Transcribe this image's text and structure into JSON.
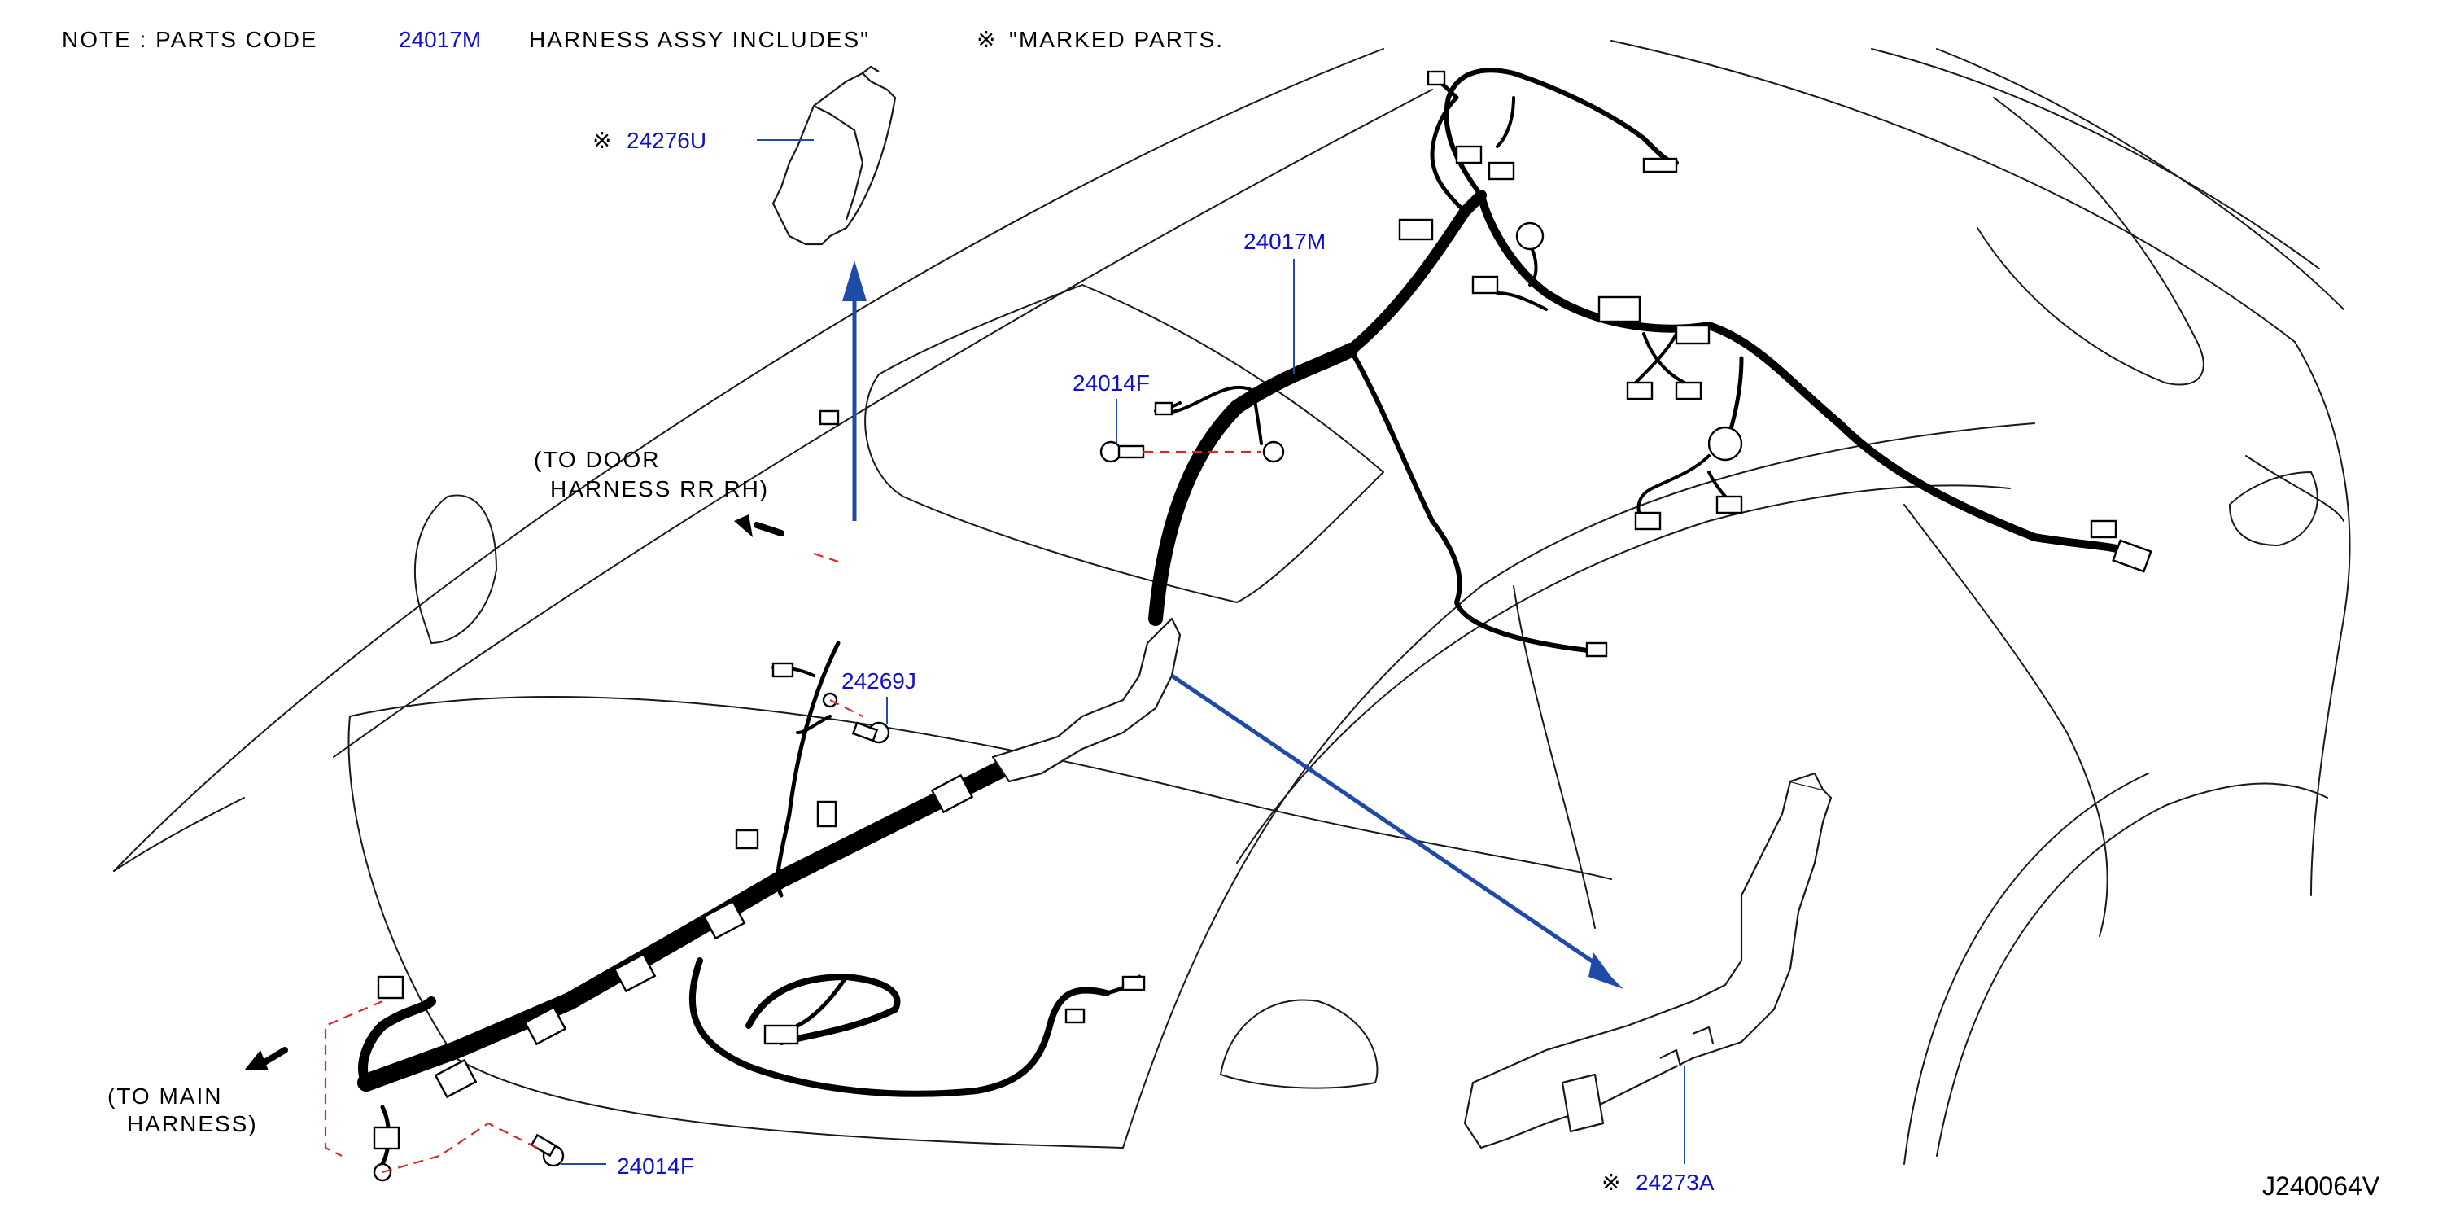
{
  "note": {
    "prefix": "NOTE  :  PARTS  CODE",
    "code": "24017M",
    "middle": "HARNESS  ASSY  INCLUDES\"",
    "mark": "※",
    "suffix": "\"MARKED  PARTS."
  },
  "parts": {
    "p24276U": {
      "mark": "※",
      "code": "24276U"
    },
    "p24017M": {
      "code": "24017M"
    },
    "p24014F_top": {
      "code": "24014F"
    },
    "p24269J": {
      "code": "24269J"
    },
    "p24014F_bottom": {
      "code": "24014F"
    },
    "p24273A": {
      "mark": "※",
      "code": "24273A"
    }
  },
  "callouts": {
    "door_line1": "(TO   DOOR",
    "door_line2": "HARNESS   RR   RH)",
    "main_line1": "(TO   MAIN",
    "main_line2": "HARNESS)"
  },
  "diagram_code": "J240064V",
  "colors": {
    "part_label": "#1010c8",
    "leader_line": "#1f4aa8",
    "dashed_guide": "#d9272e",
    "harness": "#000000",
    "outline": "#1a1a1a"
  }
}
